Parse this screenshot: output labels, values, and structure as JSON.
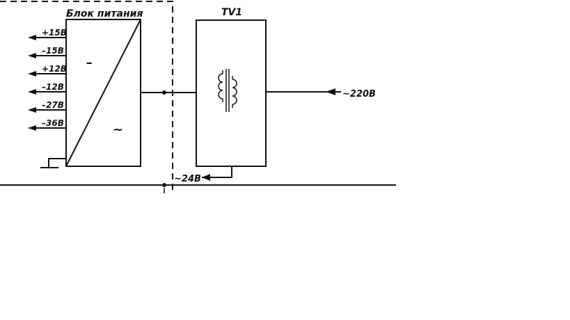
{
  "diagram": {
    "psu_title": "Блок питания",
    "transformer_title": "TV1",
    "psu_sign_dc": "–",
    "psu_sign_ac": "~",
    "outputs": [
      "+15В",
      "–15В",
      "+12В",
      "–12В",
      "–27В",
      "–36В"
    ],
    "input_label": "~220В",
    "aux_output_label": "~24В"
  }
}
